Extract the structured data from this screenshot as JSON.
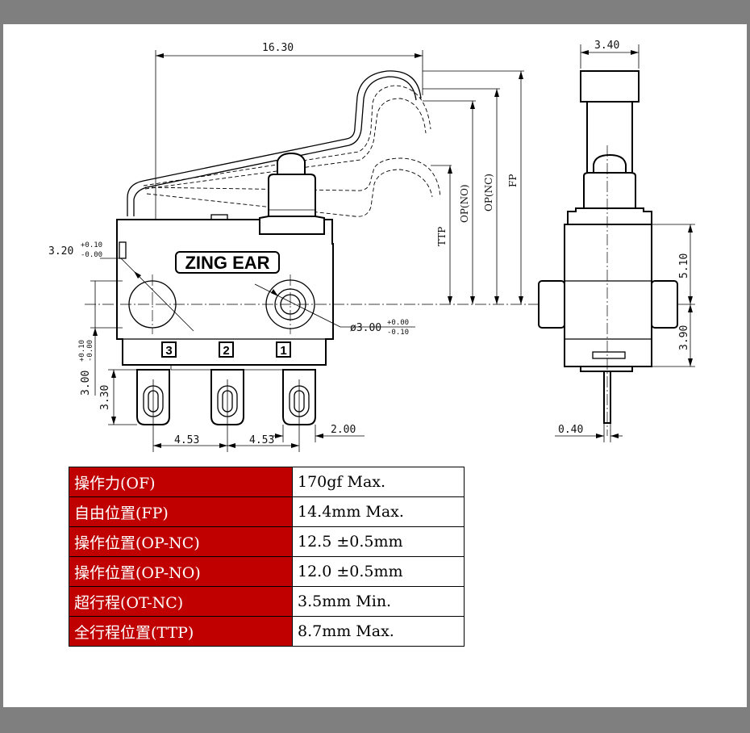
{
  "brand": "ZING EAR",
  "dimensions": {
    "width_overall": "16.30",
    "side_width": "3.40",
    "hole_dia_left": "3.20",
    "hole_dia_left_tol_plus": "+0.10",
    "hole_dia_left_tol_minus": "-0.00",
    "hole_dia_right": "ø3.00",
    "hole_dia_right_tol_plus": "+0.00",
    "hole_dia_right_tol_minus": "-0.10",
    "hole_height": "3.00",
    "hole_height_tol_plus": "+0.10",
    "hole_height_tol_minus": "-0.00",
    "terminal_height": "3.30",
    "pitch_left": "4.53",
    "pitch_right": "4.53",
    "terminal_width": "2.00",
    "side_upper": "5.10",
    "side_lower": "3.90",
    "side_terminal_thickness": "0.40",
    "ttp": "TTP",
    "op_no": "OP(NO)",
    "op_nc": "OP(NC)",
    "fp": "FP"
  },
  "terminals": [
    "3",
    "2",
    "1"
  ],
  "specs": [
    {
      "label": "操作力(OF)",
      "value": "170gf  Max."
    },
    {
      "label": "自由位置(FP)",
      "value": "14.4mm  Max."
    },
    {
      "label": "操作位置(OP-NC)",
      "value": "12.5 ±0.5mm"
    },
    {
      "label": "操作位置(OP-NO)",
      "value": "12.0 ±0.5mm"
    },
    {
      "label": "超行程(OT-NC)",
      "value": "3.5mm  Min."
    },
    {
      "label": "全行程位置(TTP)",
      "value": "8.7mm  Max."
    }
  ]
}
